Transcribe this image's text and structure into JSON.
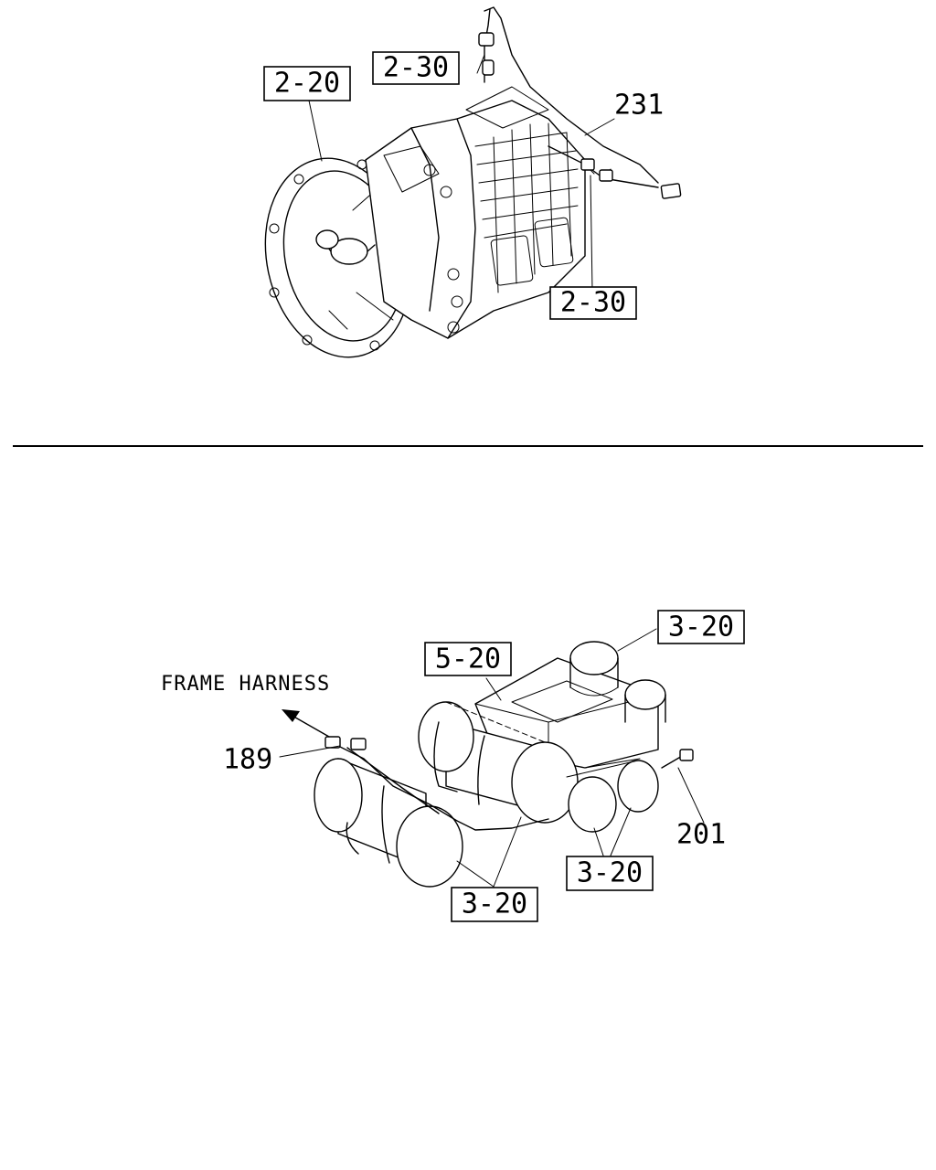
{
  "top_section": {
    "ref_a": "2-20",
    "ref_b": "2-30",
    "ref_c": "2-30",
    "part_231": "231"
  },
  "bottom_section": {
    "frame_harness": "FRAME HARNESS",
    "ref_5_20": "5-20",
    "ref_3_20_top": "3-20",
    "ref_3_20_right": "3-20",
    "ref_3_20_bottom": "3-20",
    "part_189": "189",
    "part_201": "201"
  }
}
